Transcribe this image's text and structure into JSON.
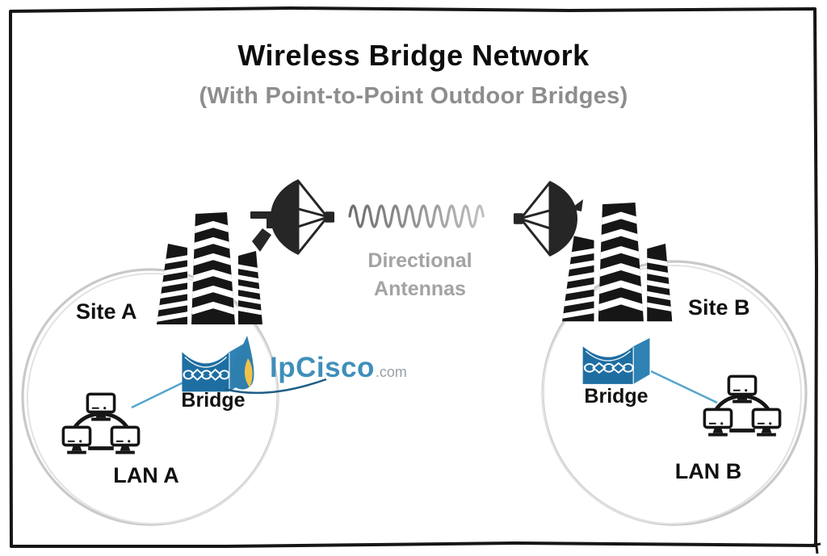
{
  "diagram": {
    "title": "Wireless Bridge Network",
    "subtitle": "(With Point-to-Point Outdoor Bridges)",
    "link": {
      "label": "Directional Antennas"
    },
    "sites": [
      {
        "name": "Site A",
        "device_label": "Bridge",
        "lan_label": "LAN A"
      },
      {
        "name": "Site B",
        "device_label": "Bridge",
        "lan_label": "LAN B"
      }
    ],
    "logo": {
      "brand": "IpCisco",
      "tld": ".com"
    },
    "colors": {
      "title_black": "#0d0d0d",
      "subtitle_gray": "#8d8d8d",
      "link_label_gray": "#a3a3a3",
      "bridge_blue_front": "#1e6ea2",
      "bridge_blue_side": "#2e82b4",
      "connection_line_blue": "#55a5cc",
      "site_circle_gray": "#c9c9c9",
      "icon_black": "#1b1b1b",
      "wave_gray": "#8f8f8f",
      "logo_blue": "#3f8fba",
      "logo_tld_gray": "#99a1a8",
      "logo_yellow": "#f0c24a"
    },
    "icons": {
      "building": "city-buildings-icon",
      "antenna": "satellite-dish-icon",
      "bridge_device": "wireless-bridge-device-icon",
      "lan": "lan-computers-icon",
      "signal": "radio-wave-icon",
      "logo_mark": "sailboat-logo-icon"
    }
  }
}
